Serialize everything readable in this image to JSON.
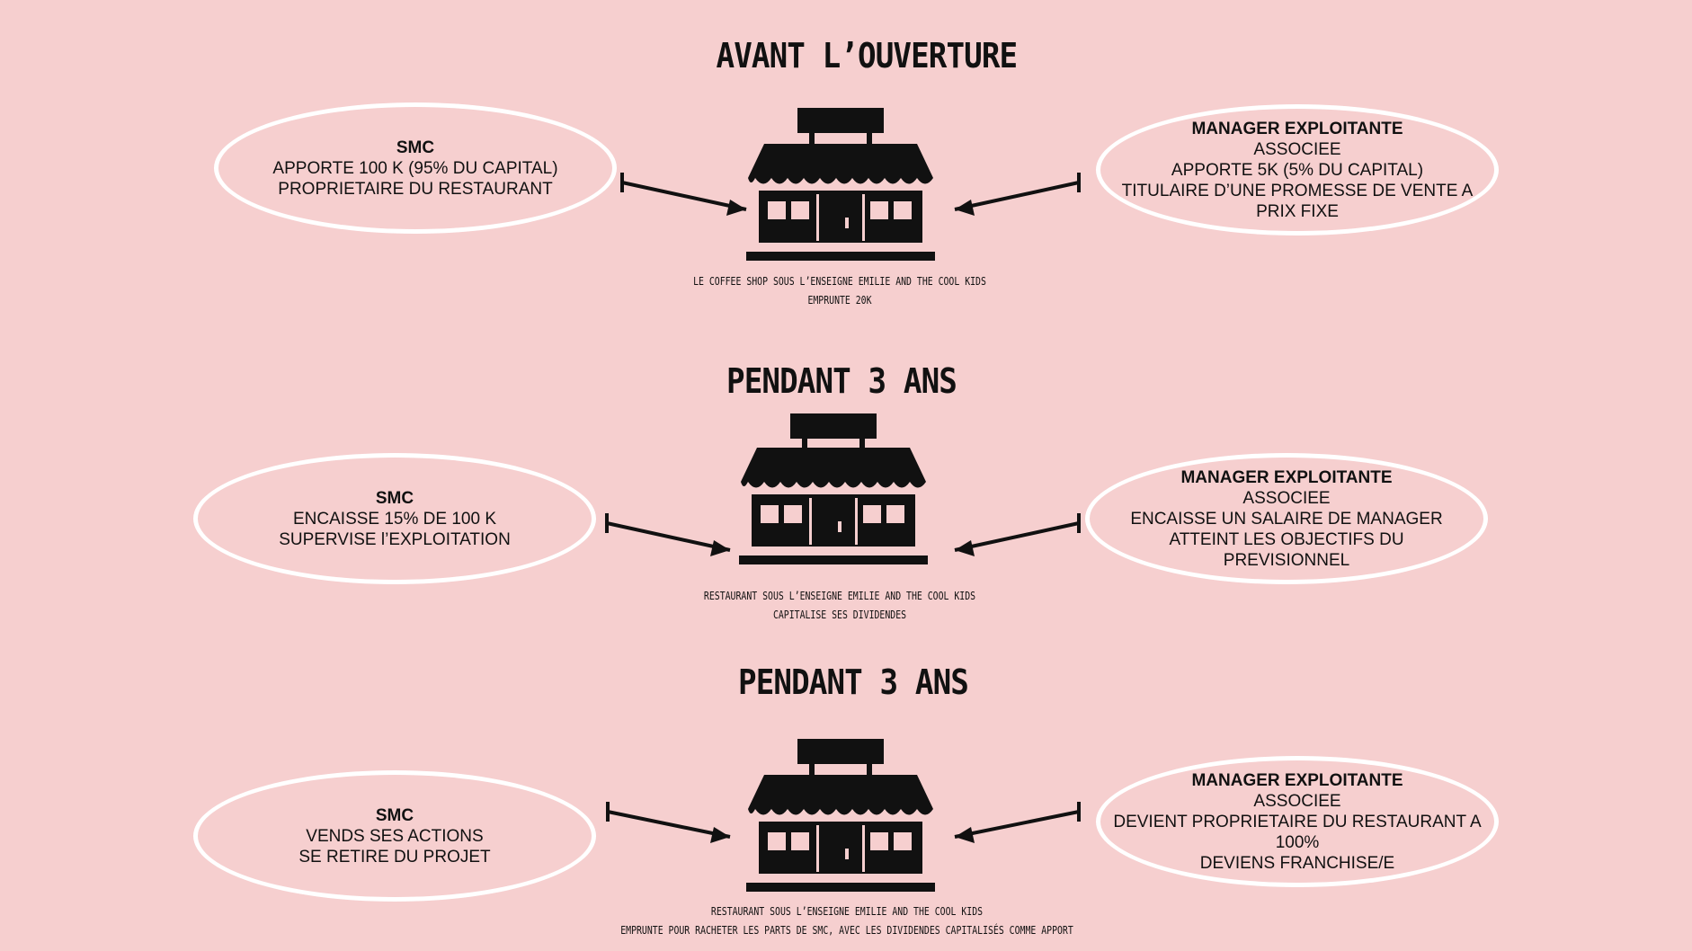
{
  "sections": [
    {
      "title": "AVANT L’OUVERTURE",
      "left": {
        "heading": "SMC",
        "lines": [
          "APPORTE 100 K (95% DU CAPITAL)",
          "PROPRIETAIRE DU RESTAURANT"
        ]
      },
      "right": {
        "heading": "MANAGER EXPLOITANTE",
        "lines": [
          "ASSOCIEE",
          "APPORTE 5K (5% DU CAPITAL)",
          "TITULAIRE D’UNE PROMESSE DE VENTE A",
          "PRIX FIXE"
        ]
      },
      "caption": [
        "LE COFFEE SHOP SOUS L’ENSEIGNE EMILIE AND THE COOL KIDS",
        "EMPRUNTE 20K"
      ]
    },
    {
      "title": "PENDANT 3 ANS",
      "left": {
        "heading": "SMC",
        "lines": [
          "ENCAISSE 15% DE 100 K",
          "SUPERVISE l’EXPLOITATION"
        ]
      },
      "right": {
        "heading": "MANAGER EXPLOITANTE",
        "lines": [
          "ASSOCIEE",
          "ENCAISSE UN SALAIRE DE MANAGER",
          "ATTEINT LES OBJECTIFS DU",
          "PREVISIONNEL"
        ]
      },
      "caption": [
        "RESTAURANT SOUS L’ENSEIGNE EMILIE AND THE COOL KIDS",
        "CAPITALISE SES DIVIDENDES"
      ]
    },
    {
      "title": "PENDANT 3 ANS",
      "left": {
        "heading": "SMC",
        "lines": [
          "VENDS SES ACTIONS",
          "SE RETIRE DU PROJET"
        ]
      },
      "right": {
        "heading": "MANAGER EXPLOITANTE",
        "lines": [
          "ASSOCIEE",
          "DEVIENT PROPRIETAIRE DU RESTAURANT A",
          "100%",
          "DEVIENS FRANCHISE/E"
        ]
      },
      "caption": [
        "RESTAURANT SOUS L’ENSEIGNE EMILIE AND THE COOL KIDS",
        "EMPRUNTE POUR RACHETER LES PARTS DE SMC, AVEC LES DIVIDENDES CAPITALISÉS COMME APPORT"
      ]
    }
  ],
  "icons": {
    "shop": "storefront-icon",
    "arrow": "arrow-icon"
  },
  "colors": {
    "background": "#f6cfcf",
    "oval_border": "#ffffff",
    "ink": "#111111"
  }
}
